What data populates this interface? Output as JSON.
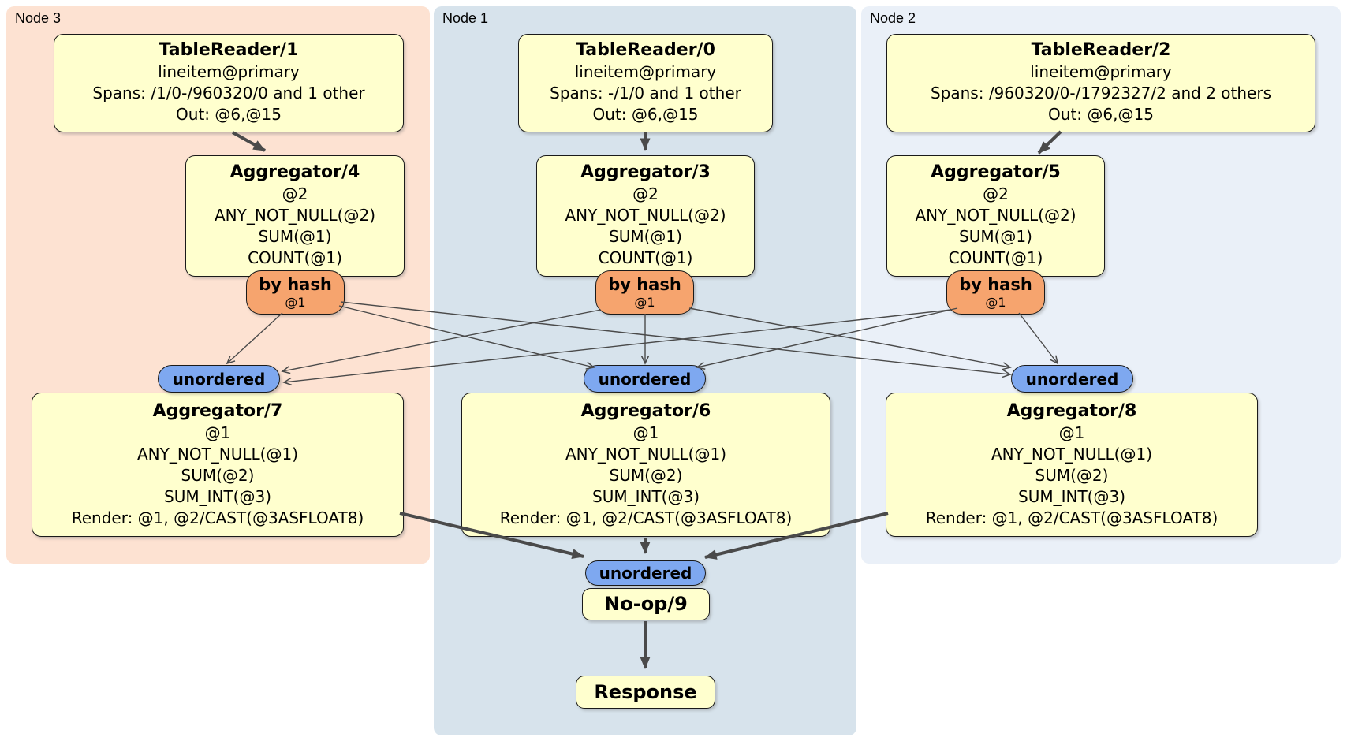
{
  "regions": {
    "node3": {
      "label": "Node 3"
    },
    "node1": {
      "label": "Node 1"
    },
    "node2": {
      "label": "Node 2"
    }
  },
  "colors": {
    "node3_bg": "#fde2d2",
    "node1_bg": "#d7e3ec",
    "node2_bg": "#eaf0f8",
    "box_fill": "#ffffce",
    "hash_fill": "#f6a46e",
    "stream_fill": "#7ea8f0",
    "edge_color": "#4a4a4a"
  },
  "boxes": {
    "tr1": {
      "title": "TableReader/1",
      "lines": [
        "lineitem@primary",
        "Spans: /1/0-/960320/0 and 1 other",
        "Out: @6,@15"
      ]
    },
    "tr0": {
      "title": "TableReader/0",
      "lines": [
        "lineitem@primary",
        "Spans: -/1/0 and 1 other",
        "Out: @6,@15"
      ]
    },
    "tr2": {
      "title": "TableReader/2",
      "lines": [
        "lineitem@primary",
        "Spans: /960320/0-/1792327/2 and 2 others",
        "Out: @6,@15"
      ]
    },
    "agg4": {
      "title": "Aggregator/4",
      "lines": [
        "@2",
        "ANY_NOT_NULL(@2)",
        "SUM(@1)",
        "COUNT(@1)"
      ]
    },
    "agg3": {
      "title": "Aggregator/3",
      "lines": [
        "@2",
        "ANY_NOT_NULL(@2)",
        "SUM(@1)",
        "COUNT(@1)"
      ]
    },
    "agg5": {
      "title": "Aggregator/5",
      "lines": [
        "@2",
        "ANY_NOT_NULL(@2)",
        "SUM(@1)",
        "COUNT(@1)"
      ]
    },
    "agg7": {
      "title": "Aggregator/7",
      "lines": [
        "@1",
        "ANY_NOT_NULL(@1)",
        "SUM(@2)",
        "SUM_INT(@3)",
        "Render: @1, @2/CAST(@3ASFLOAT8)"
      ]
    },
    "agg6": {
      "title": "Aggregator/6",
      "lines": [
        "@1",
        "ANY_NOT_NULL(@1)",
        "SUM(@2)",
        "SUM_INT(@3)",
        "Render: @1, @2/CAST(@3ASFLOAT8)"
      ]
    },
    "agg8": {
      "title": "Aggregator/8",
      "lines": [
        "@1",
        "ANY_NOT_NULL(@1)",
        "SUM(@2)",
        "SUM_INT(@3)",
        "Render: @1, @2/CAST(@3ASFLOAT8)"
      ]
    },
    "noop": {
      "title": "No-op/9"
    },
    "response": {
      "title": "Response"
    }
  },
  "pills": {
    "byhash4": {
      "label": "by hash",
      "detail": "@1"
    },
    "byhash3": {
      "label": "by hash",
      "detail": "@1"
    },
    "byhash5": {
      "label": "by hash",
      "detail": "@1"
    },
    "unordered7": {
      "label": "unordered"
    },
    "unordered6": {
      "label": "unordered"
    },
    "unordered8": {
      "label": "unordered"
    },
    "unordered9": {
      "label": "unordered"
    }
  }
}
